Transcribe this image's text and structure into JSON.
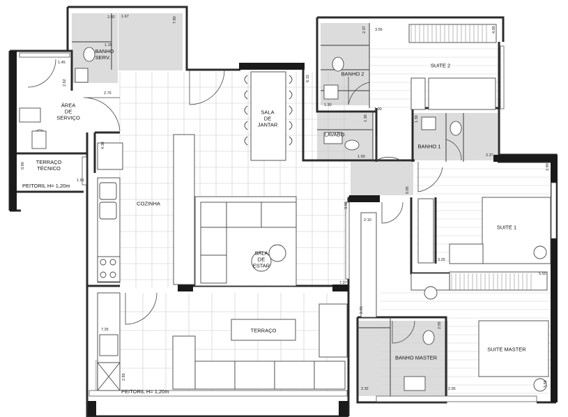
{
  "rooms": {
    "banho_serv": "BANHO\nSERV.",
    "area_servico": "ÁREA\nDE\nSERVIÇO",
    "terraco_tecnico": "TERRAÇO\nTÉCNICO",
    "cozinha": "COZINHA",
    "sala_jantar": "SALA\nDE\nJANTAR",
    "sala_estar": "SALA\nDE\nESTAR",
    "terraco": "TERRAÇO",
    "lavabo": "LAVABO",
    "banho2": "BANHO  2",
    "suite2": "SUITE  2",
    "banho1": "BANHO  1",
    "suite1": "SUITE  1",
    "suite_master": "SUITE MASTER",
    "banho_master": "BANHO  MASTER"
  },
  "notes": {
    "peitoril_top": "PEITORIL  H= 1,20m",
    "peitoril_bottom": "PEITORIL  H= 1,20m"
  },
  "dims": {
    "d_2_02": "2.02",
    "d_1_15": "1.15",
    "d_1_67": "1.67",
    "d_7_80": "7.80",
    "d_1_45": "1.45",
    "d_2_62": "2.62",
    "d_2_75": "2.75",
    "d_4_30": "4.30",
    "d_0_90": "0.90",
    "d_1_91": "1.91",
    "d_7_25": "7.25",
    "d_2_85": "2.85",
    "d_6_15": "6.15",
    "d_3_55a": "3.55",
    "d_2_37a": "2.37",
    "d_1_30a": "1.30",
    "d_1_00": "1.00",
    "d_1_30b": "1.30",
    "d_1_50": "1.50",
    "d_1_30c": "1.30",
    "d_2_37b": "2.37",
    "d_4_00": "4.00",
    "d_2_90": "2.90",
    "d_0_95": "0.95",
    "d_3_60": "3.60",
    "d_2_10": "2.10",
    "d_7_27": "7.27",
    "d_3_25": "3.25",
    "d_5_50": "5.50",
    "d_2_95a": "2.95",
    "d_2_05": "2.05",
    "d_2_32": "2.32",
    "d_2_95b": "2.95",
    "d_3_55b": "3.55"
  }
}
